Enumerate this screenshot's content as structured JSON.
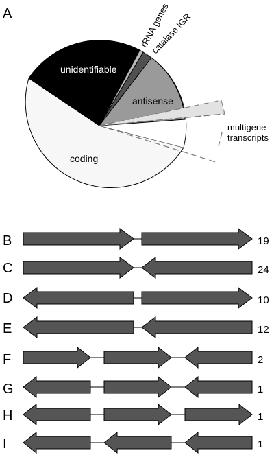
{
  "panel_a": {
    "letter": "A",
    "slices": [
      {
        "label": "unidentifiable",
        "color": "#000000",
        "text_color": "#ffffff"
      },
      {
        "label": "rRNA genes",
        "color": "#b8b8b8",
        "text_color": "#000000"
      },
      {
        "label": "catalase IGR",
        "color": "#505050",
        "text_color": "#000000"
      },
      {
        "label": "antisense",
        "color": "#9a9a9a",
        "text_color": "#000000"
      },
      {
        "label": "multigene transcripts",
        "line1": "multigene",
        "line2": "transcripts",
        "color": "#ffffff",
        "text_color": "#000000"
      },
      {
        "label": "coding",
        "color": "#f7f7f7",
        "text_color": "#000000"
      }
    ]
  },
  "rows": [
    {
      "letter": "B",
      "count": "19"
    },
    {
      "letter": "C",
      "count": "24"
    },
    {
      "letter": "D",
      "count": "10"
    },
    {
      "letter": "E",
      "count": "12"
    },
    {
      "letter": "F",
      "count": "2"
    },
    {
      "letter": "G",
      "count": "1"
    },
    {
      "letter": "H",
      "count": "1"
    },
    {
      "letter": "I",
      "count": "1"
    }
  ],
  "colors": {
    "arrow_fill": "#555555",
    "outline": "#000000",
    "dash": "#777777"
  }
}
